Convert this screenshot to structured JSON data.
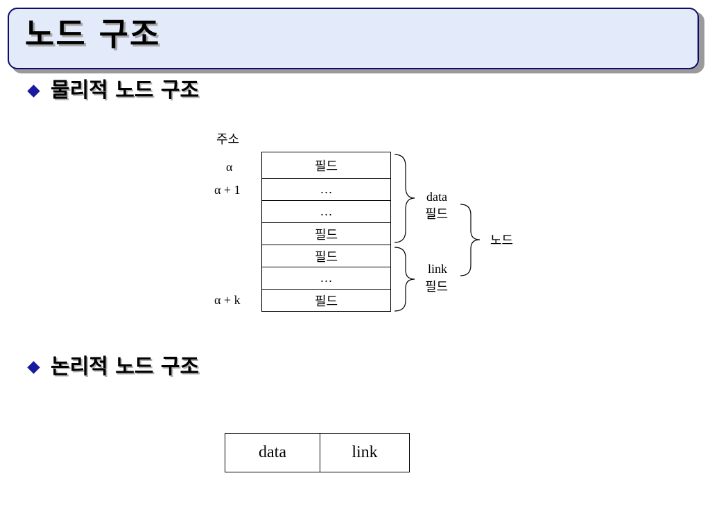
{
  "slide": {
    "title": "노드 구조",
    "bullets": [
      "물리적 노드 구조",
      "논리적 노드 구조"
    ]
  },
  "physical": {
    "address_header": "주소",
    "addresses": [
      "α",
      "α + 1",
      "α + k"
    ],
    "cells": [
      "필드",
      "…",
      "…",
      "필드",
      "필드",
      "…",
      "필드"
    ],
    "data_field_label": [
      "data",
      "필드"
    ],
    "link_field_label": [
      "link",
      "필드"
    ],
    "node_label": "노드"
  },
  "logical": {
    "cells": [
      "data",
      "link"
    ]
  }
}
